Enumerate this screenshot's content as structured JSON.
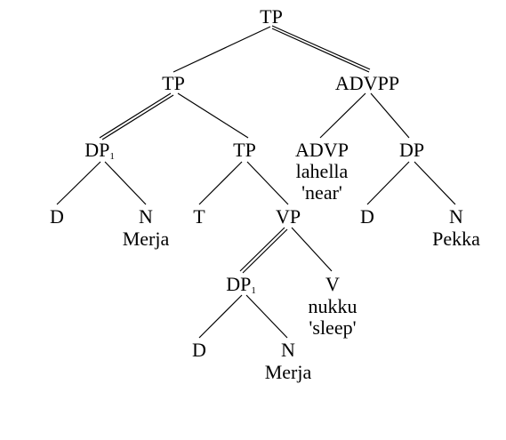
{
  "tree": {
    "nodes": {
      "tp_root": "TP",
      "tp_left": "TP",
      "advpp": "ADVPP",
      "dp1_top": "DP",
      "dp1_top_sub": "1",
      "tp_inner": "TP",
      "advp": "ADVP",
      "advp_word": "lahella",
      "advp_gloss": "'near'",
      "dp_right": "DP",
      "d_left": "D",
      "n_left": "N",
      "n_left_word": "Merja",
      "t": "T",
      "vp": "VP",
      "d_right": "D",
      "n_right": "N",
      "n_right_word": "Pekka",
      "dp1_low": "DP",
      "dp1_low_sub": "1",
      "v": "V",
      "v_word": "nukku",
      "v_gloss": "'sleep'",
      "d_low": "D",
      "n_low": "N",
      "n_low_word": "Merja"
    }
  }
}
